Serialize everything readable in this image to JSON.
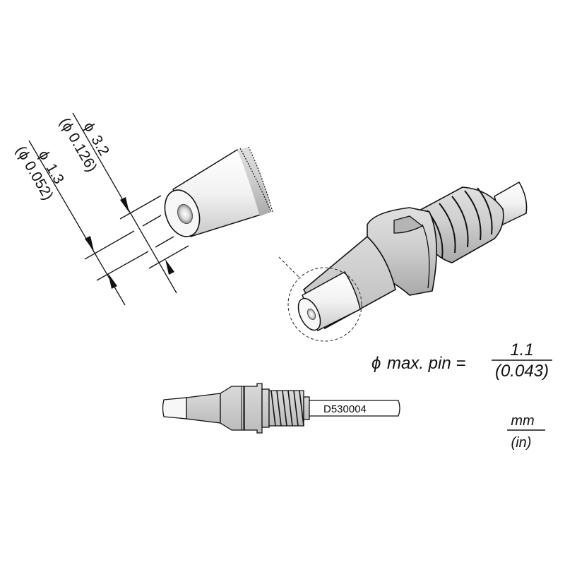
{
  "diagram": {
    "type": "technical-product-drawing",
    "subject": "desoldering tip",
    "part_number": "D530004",
    "dimensions": {
      "outer_diameter": {
        "symbol": "ϕ",
        "mm": "3.2",
        "in": "(ϕ 0.126)"
      },
      "inner_diameter": {
        "symbol": "ϕ",
        "mm": "1.3",
        "in": "(ϕ 0.052)"
      }
    },
    "max_pin_note": {
      "symbol": "ϕ",
      "label": "max. pin =",
      "mm": "1.1",
      "in": "(0.043)"
    },
    "units": {
      "primary": "mm",
      "secondary": "(in)"
    },
    "colors": {
      "line": "#111111",
      "body_gray": "#c8c8c8",
      "highlight": "#f4f4f4",
      "background": "#ffffff"
    }
  }
}
